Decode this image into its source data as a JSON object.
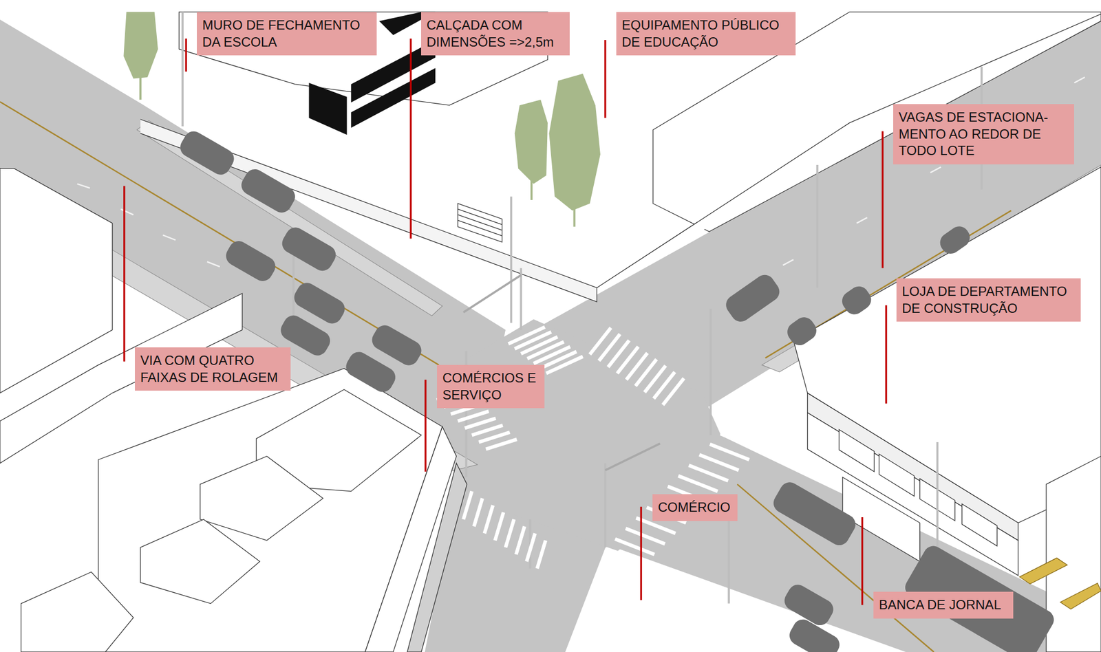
{
  "diagram": {
    "nodes": [
      {
        "text": [
          "MURO DE FECHAMENTO DA ESCOLA"
        ]
      },
      {
        "text": [
          "CALÇADA COM DIMENSÕES =>2,5m"
        ]
      },
      {
        "text": [
          "EQUIPAMENTO PÚBLICO DE EDUCAÇÃO"
        ]
      },
      {
        "text": [
          "VAGAS DE ESTACIONA- MENTO AO REDOR DE TODO LOTE"
        ]
      },
      {
        "text": [
          "LOJA DE DEPARTAMENTO DE CONSTRUÇÃO"
        ]
      },
      {
        "text": [
          "VIA COM QUATRO FAIXAS DE ROLAGEM"
        ]
      },
      {
        "text": [
          "COMÉRCIOS E SERVIÇO"
        ]
      },
      {
        "text": [
          "COMÉRCIO"
        ]
      },
      {
        "text": [
          "BANCA DE JORNAL"
        ]
      }
    ]
  }
}
